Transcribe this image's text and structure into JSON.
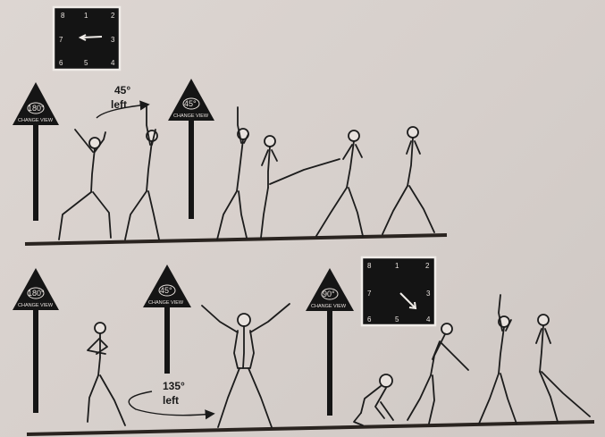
{
  "rows": [
    {
      "clock": {
        "numbers": [
          "8",
          "1",
          "2",
          "7",
          "3",
          "6",
          "5",
          "4"
        ]
      },
      "signs": [
        {
          "degrees": "180°",
          "caption": "CHANGE VIEW"
        },
        {
          "degrees": "45°",
          "caption": "CHANGE VIEW"
        }
      ],
      "turn": {
        "degrees": "45°",
        "direction": "left"
      }
    },
    {
      "clock": {
        "numbers": [
          "8",
          "1",
          "2",
          "7",
          "3",
          "6",
          "5",
          "4"
        ]
      },
      "signs": [
        {
          "degrees": "180°",
          "caption": "CHANGE VIEW"
        },
        {
          "degrees": "45°",
          "caption": "CHANGE VIEW"
        },
        {
          "degrees": "90°",
          "caption": "CHANGE VIEW"
        }
      ],
      "turn": {
        "degrees": "135°",
        "direction": "left"
      }
    }
  ],
  "icons": [
    "clock-icon",
    "direction-sign-icon",
    "turn-arrow-icon",
    "gymnast-figure"
  ]
}
